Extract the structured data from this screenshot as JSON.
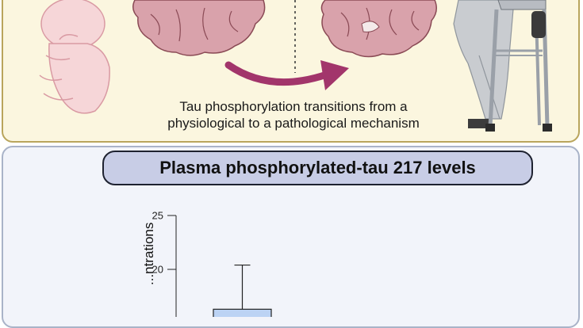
{
  "top_panel": {
    "caption": "Tau phosphorylation transitions from a\nphysiological to a pathological mechanism"
  },
  "bottom_panel": {
    "title": "Plasma phosphorylated-tau 217 levels"
  },
  "chart_data": {
    "type": "bar",
    "title": "Plasma phosphorylated-tau 217 levels",
    "ylabel": "...ntrations",
    "yticks": [
      20,
      25
    ],
    "ylim": [
      15,
      25
    ],
    "series": [
      {
        "values": [
          16.3
        ],
        "error_upper": [
          20.4
        ]
      }
    ],
    "bar_color": "#bcd3f4"
  },
  "colors": {
    "top_fill": "#fbf6df",
    "bottom_fill": "#f2f4fa",
    "arrow": "#a2356b",
    "title_pill": "#c8cde6"
  },
  "icons": [
    "fetus-illustration",
    "brain-section-left",
    "brain-section-right",
    "curved-arrow",
    "elderly-person-with-walker"
  ]
}
